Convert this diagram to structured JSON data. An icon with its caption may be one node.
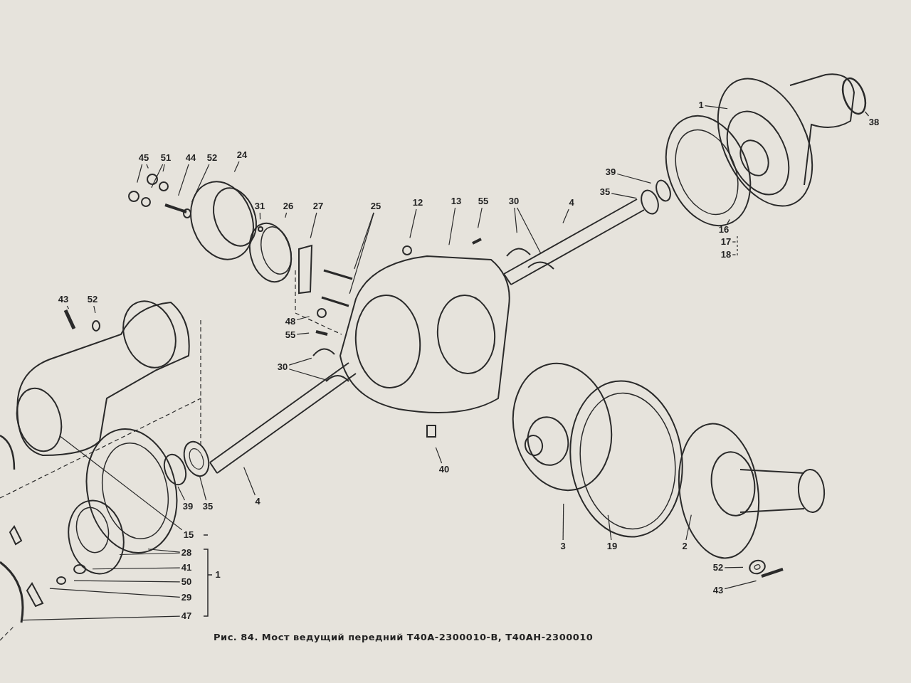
{
  "diagram": {
    "caption": "Рис. 84. Мост ведущий передний Т40А-2300010-В, Т40АН-2300010",
    "nodes": [
      {
        "text": [
          "1"
        ]
      },
      {
        "text": [
          "38"
        ]
      },
      {
        "text": [
          "45"
        ]
      },
      {
        "text": [
          "51"
        ]
      },
      {
        "text": [
          "44"
        ]
      },
      {
        "text": [
          "52"
        ]
      },
      {
        "text": [
          "24"
        ]
      },
      {
        "text": [
          "39"
        ]
      },
      {
        "text": [
          "35"
        ]
      },
      {
        "text": [
          "31"
        ]
      },
      {
        "text": [
          "26"
        ]
      },
      {
        "text": [
          "27"
        ]
      },
      {
        "text": [
          "25"
        ]
      },
      {
        "text": [
          "12"
        ]
      },
      {
        "text": [
          "13"
        ]
      },
      {
        "text": [
          "55"
        ]
      },
      {
        "text": [
          "30"
        ]
      },
      {
        "text": [
          "4"
        ]
      },
      {
        "text": [
          "16"
        ]
      },
      {
        "text": [
          "17"
        ]
      },
      {
        "text": [
          "18"
        ]
      },
      {
        "text": [
          "43"
        ]
      },
      {
        "text": [
          "52"
        ]
      },
      {
        "text": [
          "48"
        ]
      },
      {
        "text": [
          "55"
        ]
      },
      {
        "text": [
          "30"
        ]
      },
      {
        "text": [
          "40"
        ]
      },
      {
        "text": [
          "39"
        ]
      },
      {
        "text": [
          "35"
        ]
      },
      {
        "text": [
          "4"
        ]
      },
      {
        "text": [
          "3"
        ]
      },
      {
        "text": [
          "19"
        ]
      },
      {
        "text": [
          "2"
        ]
      },
      {
        "text": [
          "15"
        ]
      },
      {
        "text": [
          "28"
        ]
      },
      {
        "text": [
          "41"
        ]
      },
      {
        "text": [
          "50"
        ]
      },
      {
        "text": [
          "29"
        ]
      },
      {
        "text": [
          "47"
        ]
      },
      {
        "text": [
          "52"
        ]
      },
      {
        "text": [
          "43"
        ]
      }
    ],
    "edges": [
      {
        "from": 0,
        "to": null,
        "arrow": "none"
      },
      {
        "from": 1,
        "to": null,
        "arrow": "none"
      },
      {
        "from": 2,
        "to": null,
        "arrow": "none"
      },
      {
        "from": 2,
        "to": null,
        "arrow": "none"
      },
      {
        "from": 3,
        "to": null,
        "arrow": "none"
      },
      {
        "from": 3,
        "to": null,
        "arrow": "none"
      },
      {
        "from": 4,
        "to": null,
        "arrow": "none"
      },
      {
        "from": 5,
        "to": null,
        "arrow": "none"
      },
      {
        "from": 6,
        "to": null,
        "arrow": "none"
      },
      {
        "from": 7,
        "to": null,
        "arrow": "none"
      },
      {
        "from": 8,
        "to": null,
        "arrow": "none"
      },
      {
        "from": 9,
        "to": null,
        "arrow": "none"
      },
      {
        "from": 10,
        "to": null,
        "arrow": "none"
      },
      {
        "from": 11,
        "to": null,
        "arrow": "none"
      },
      {
        "from": 12,
        "to": null,
        "arrow": "none"
      },
      {
        "from": 12,
        "to": null,
        "arrow": "none"
      },
      {
        "from": 13,
        "to": null,
        "arrow": "none"
      },
      {
        "from": 14,
        "to": null,
        "arrow": "none"
      },
      {
        "from": 15,
        "to": null,
        "arrow": "none"
      },
      {
        "from": 16,
        "to": null,
        "arrow": "none"
      },
      {
        "from": 16,
        "to": null,
        "arrow": "none"
      },
      {
        "from": 17,
        "to": null,
        "arrow": "none"
      },
      {
        "from": 18,
        "to": null,
        "arrow": "none"
      },
      {
        "from": 19,
        "to": null,
        "arrow": "none"
      },
      {
        "from": 20,
        "to": null,
        "arrow": "none"
      },
      {
        "from": 21,
        "to": null,
        "arrow": "none"
      },
      {
        "from": 22,
        "to": null,
        "arrow": "none"
      },
      {
        "from": 23,
        "to": null,
        "arrow": "none"
      },
      {
        "from": 24,
        "to": null,
        "arrow": "none"
      },
      {
        "from": 25,
        "to": null,
        "arrow": "none"
      },
      {
        "from": 25,
        "to": null,
        "arrow": "none"
      },
      {
        "from": 26,
        "to": null,
        "arrow": "none"
      },
      {
        "from": 27,
        "to": null,
        "arrow": "none"
      },
      {
        "from": 28,
        "to": null,
        "arrow": "none"
      },
      {
        "from": 29,
        "to": null,
        "arrow": "none"
      },
      {
        "from": 30,
        "to": null,
        "arrow": "none"
      },
      {
        "from": 31,
        "to": null,
        "arrow": "none"
      },
      {
        "from": 32,
        "to": null,
        "arrow": "none"
      },
      {
        "from": 33,
        "to": null,
        "arrow": "none"
      },
      {
        "from": 34,
        "to": null,
        "arrow": "none"
      },
      {
        "from": 34,
        "to": null,
        "arrow": "none"
      },
      {
        "from": 35,
        "to": null,
        "arrow": "none"
      },
      {
        "from": 36,
        "to": null,
        "arrow": "none"
      },
      {
        "from": 37,
        "to": null,
        "arrow": "none"
      },
      {
        "from": 38,
        "to": null,
        "arrow": "none"
      },
      {
        "from": 39,
        "to": null,
        "arrow": "none"
      },
      {
        "from": 40,
        "to": null,
        "arrow": "none"
      }
    ],
    "labels": [
      "1"
    ]
  }
}
